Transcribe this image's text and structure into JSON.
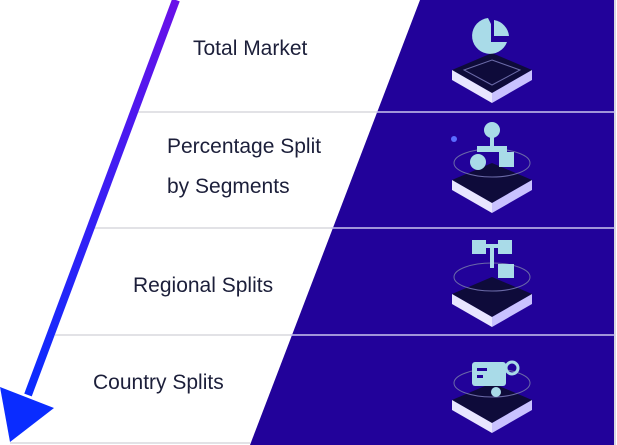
{
  "rows": [
    {
      "label": "Total Market",
      "icon": "pie-chart-icon"
    },
    {
      "label_line1": "Percentage Split",
      "label_line2": "by Segments",
      "icon": "hierarchy-icon"
    },
    {
      "label": "Regional Splits",
      "icon": "flowchart-icon"
    },
    {
      "label": "Country Splits",
      "icon": "document-flow-icon"
    }
  ],
  "colors": {
    "panel": "#22029a",
    "arrow_start": "#6a10e8",
    "arrow_end": "#0a2cff",
    "icon_fill": "#a9dbe8",
    "text": "#1c1f3a"
  }
}
